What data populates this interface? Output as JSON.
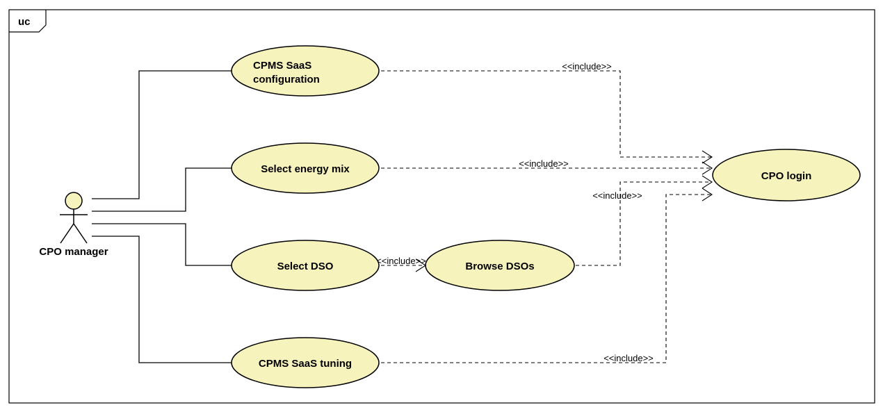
{
  "frame": {
    "label": "uc"
  },
  "actor": {
    "name": "CPO manager"
  },
  "use_cases": {
    "config": {
      "lines": [
        "CPMS SaaS",
        "configuration"
      ]
    },
    "energy": {
      "lines": [
        "Select energy mix"
      ]
    },
    "dso": {
      "lines": [
        "Select DSO"
      ]
    },
    "tuning": {
      "lines": [
        "CPMS SaaS tuning"
      ]
    },
    "browse": {
      "lines": [
        "Browse DSOs"
      ]
    },
    "login": {
      "lines": [
        "CPO login"
      ]
    }
  },
  "relations": {
    "config_login": "<<include>>",
    "energy_login": "<<include>>",
    "browse_login": "<<include>>",
    "dso_browse": "<<include>>",
    "tuning_login": "<<include>>"
  },
  "colors": {
    "use_case_fill": "#f7f3bd",
    "actor_fill": "#f7f3bd",
    "line": "#000000",
    "frame": "#000000"
  }
}
